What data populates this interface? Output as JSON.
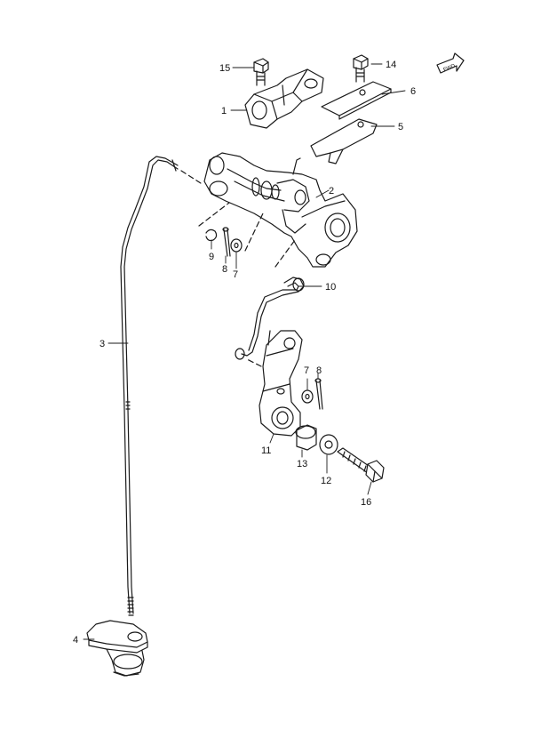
{
  "diagram": {
    "callouts": [
      {
        "id": "1",
        "label": "1"
      },
      {
        "id": "2",
        "label": "2"
      },
      {
        "id": "3",
        "label": "3"
      },
      {
        "id": "4",
        "label": "4"
      },
      {
        "id": "5",
        "label": "5"
      },
      {
        "id": "6",
        "label": "6"
      },
      {
        "id": "7a",
        "label": "7"
      },
      {
        "id": "7b",
        "label": "7"
      },
      {
        "id": "8a",
        "label": "8"
      },
      {
        "id": "8b",
        "label": "8"
      },
      {
        "id": "9",
        "label": "9"
      },
      {
        "id": "10",
        "label": "10"
      },
      {
        "id": "11",
        "label": "11"
      },
      {
        "id": "12",
        "label": "12"
      },
      {
        "id": "13",
        "label": "13"
      },
      {
        "id": "14",
        "label": "14"
      },
      {
        "id": "15",
        "label": "15"
      },
      {
        "id": "16",
        "label": "16"
      }
    ],
    "fwd_badge": "FWD",
    "line_color": "#1a1a1a"
  }
}
